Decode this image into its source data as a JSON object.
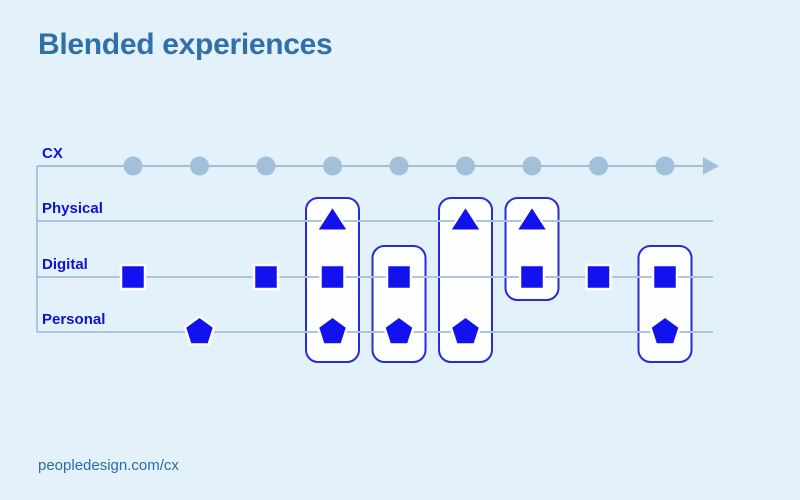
{
  "title": "Blended experiences",
  "footer": "peopledesign.com/cx",
  "rows": [
    {
      "id": "cx",
      "label": "CX"
    },
    {
      "id": "physical",
      "label": "Physical"
    },
    {
      "id": "digital",
      "label": "Digital"
    },
    {
      "id": "personal",
      "label": "Personal"
    }
  ],
  "timeline": {
    "row": "cx",
    "tick_count": 9,
    "arrow": true
  },
  "shape_legend": {
    "physical": "triangle",
    "digital": "square",
    "personal": "pentagon"
  },
  "touchpoints": [
    {
      "column": 1,
      "grouped": false,
      "items": [
        {
          "row": "digital",
          "shape": "square"
        }
      ]
    },
    {
      "column": 2,
      "grouped": false,
      "items": [
        {
          "row": "personal",
          "shape": "pentagon"
        }
      ]
    },
    {
      "column": 3,
      "grouped": false,
      "items": [
        {
          "row": "digital",
          "shape": "square"
        }
      ]
    },
    {
      "column": 4,
      "grouped": true,
      "items": [
        {
          "row": "physical",
          "shape": "triangle"
        },
        {
          "row": "digital",
          "shape": "square"
        },
        {
          "row": "personal",
          "shape": "pentagon"
        }
      ]
    },
    {
      "column": 5,
      "grouped": true,
      "items": [
        {
          "row": "digital",
          "shape": "square"
        },
        {
          "row": "personal",
          "shape": "pentagon"
        }
      ]
    },
    {
      "column": 6,
      "grouped": true,
      "items": [
        {
          "row": "physical",
          "shape": "triangle"
        },
        {
          "row": "personal",
          "shape": "pentagon"
        }
      ]
    },
    {
      "column": 7,
      "grouped": true,
      "items": [
        {
          "row": "physical",
          "shape": "triangle"
        },
        {
          "row": "digital",
          "shape": "square"
        }
      ]
    },
    {
      "column": 8,
      "grouped": false,
      "items": [
        {
          "row": "digital",
          "shape": "square"
        }
      ]
    },
    {
      "column": 9,
      "grouped": true,
      "items": [
        {
          "row": "digital",
          "shape": "square"
        },
        {
          "row": "personal",
          "shape": "pentagon"
        }
      ]
    }
  ],
  "colors": {
    "background": "#e2f1fa",
    "title": "#316fa9",
    "footer": "#2e6ba6",
    "row_label": "#0e13d2",
    "line": "#aac6df",
    "timeline_node": "#a3c0db",
    "shape_fill": "#1212ee",
    "shape_outline": "#ffffff",
    "group_fill": "#fcfeff",
    "group_border": "#2b2bd6"
  }
}
